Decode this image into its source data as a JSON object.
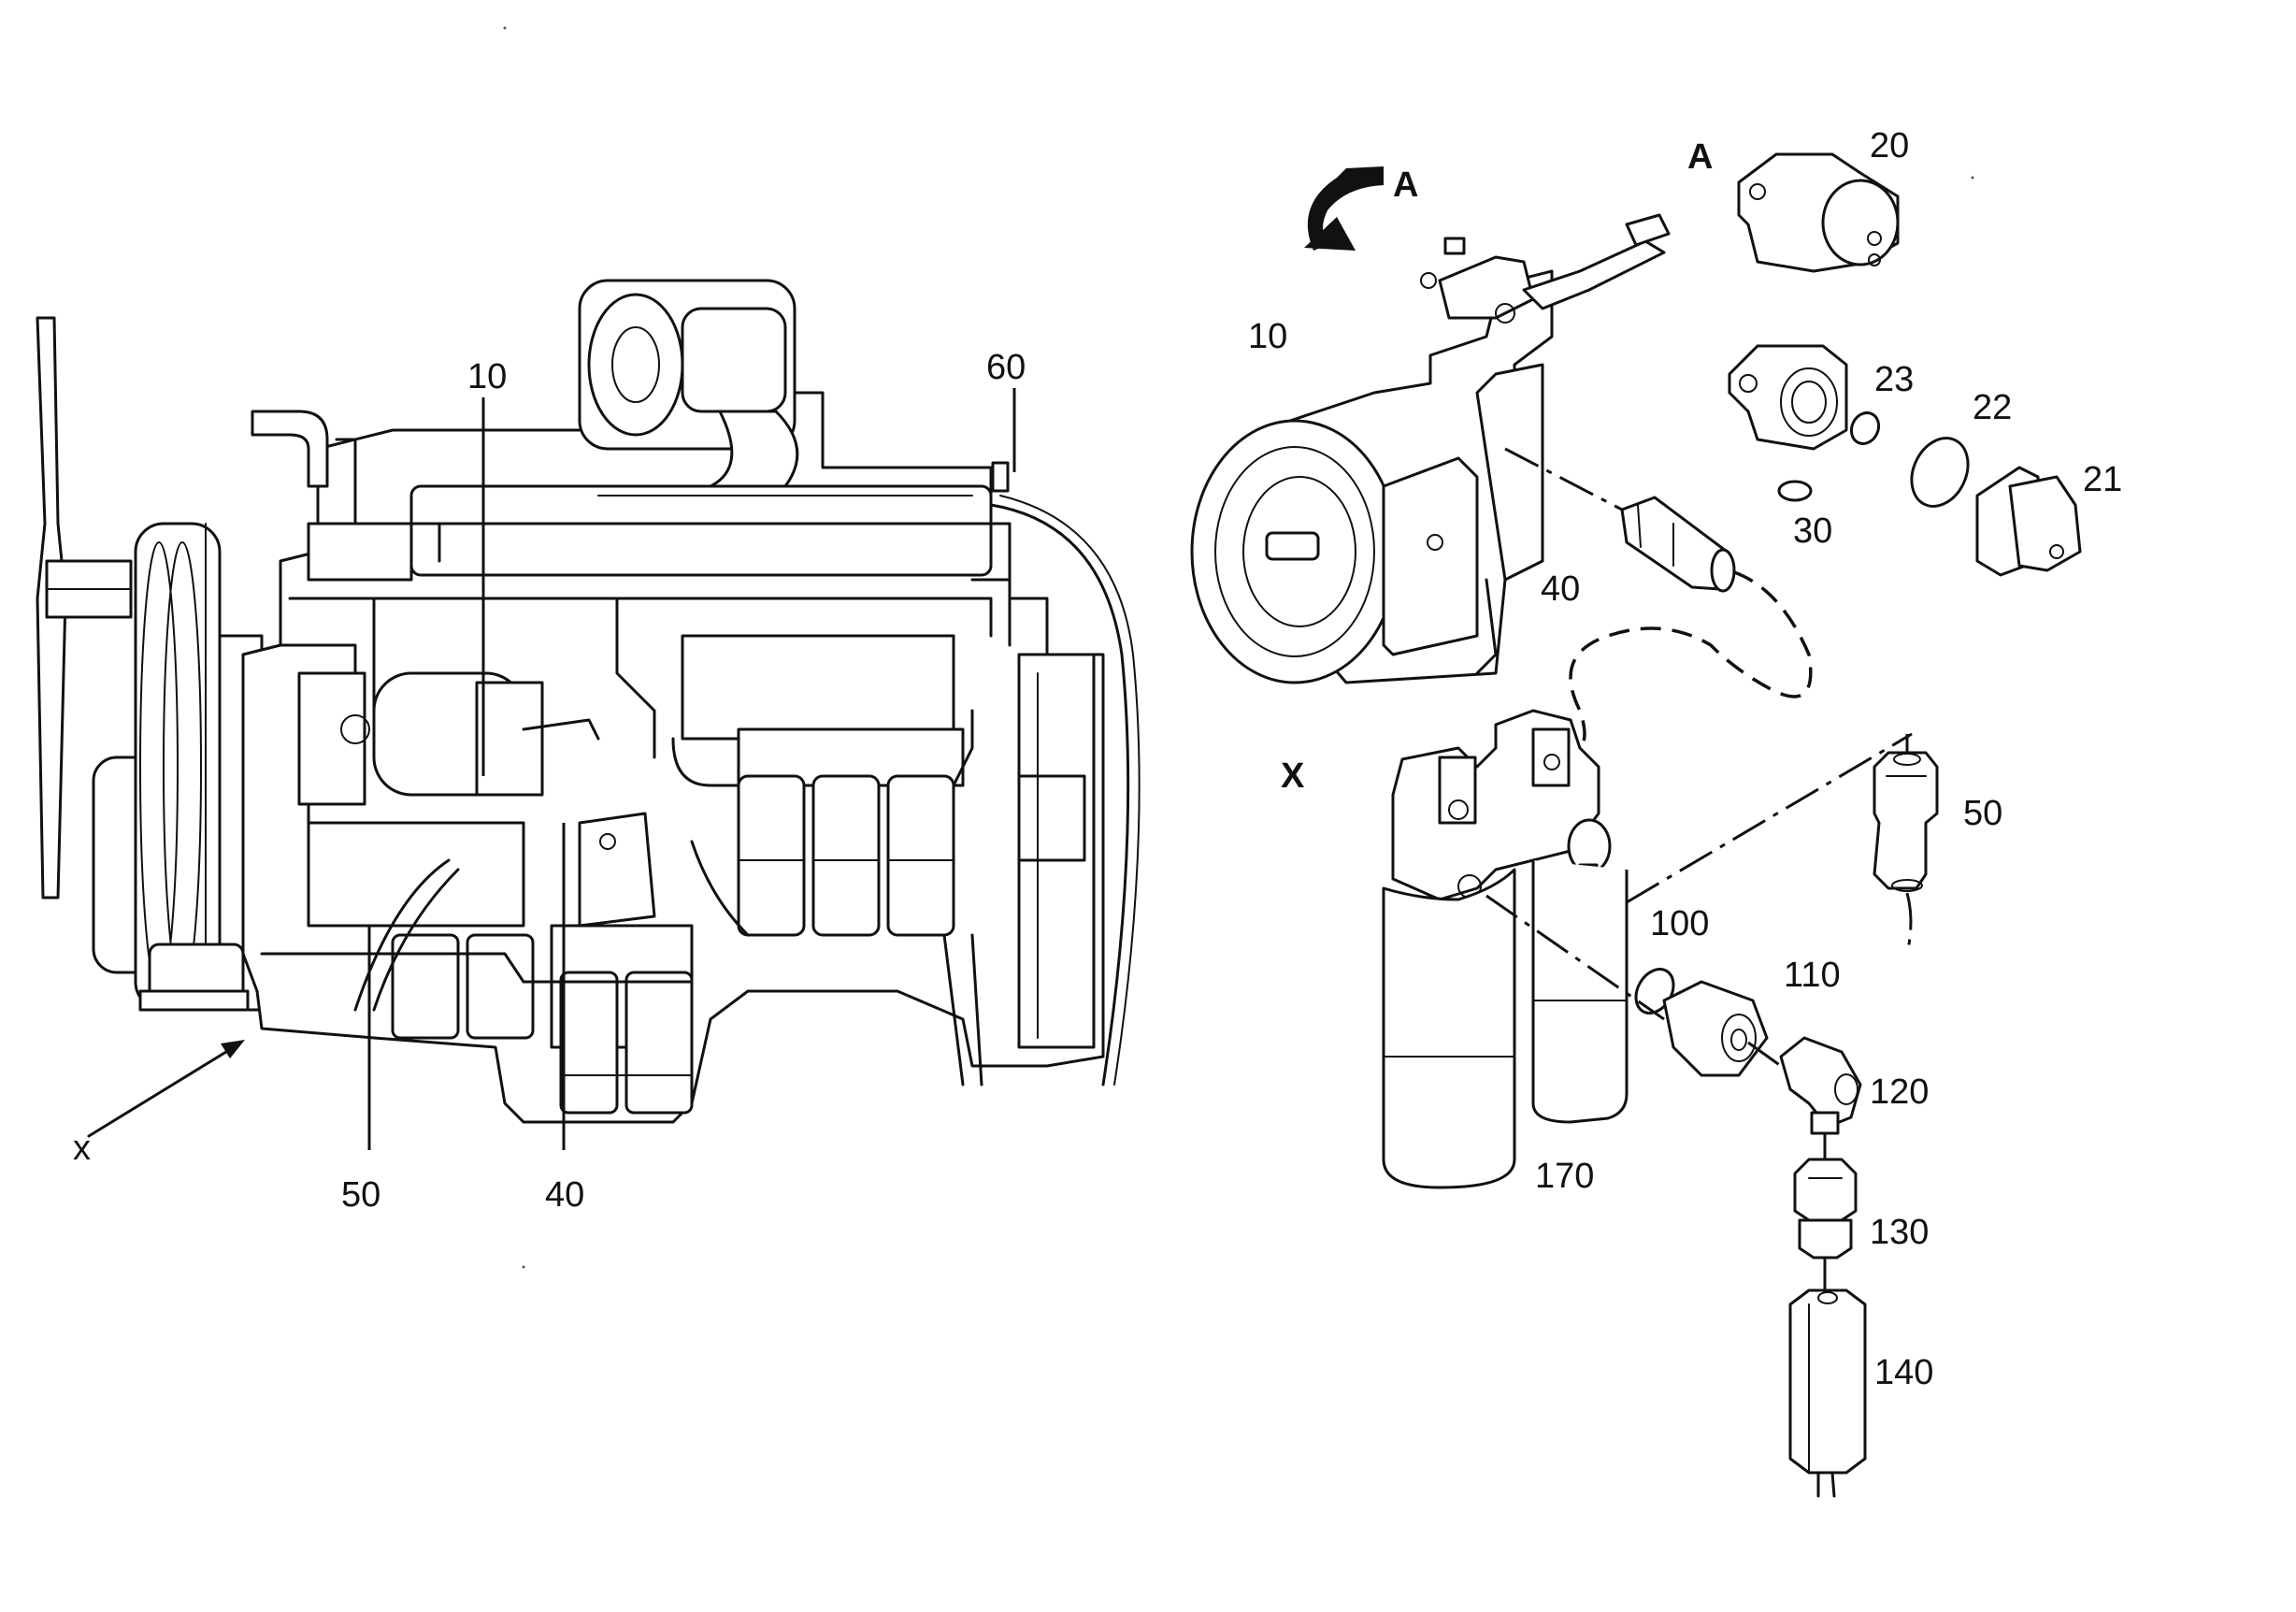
{
  "callouts": {
    "engine": {
      "c10": "10",
      "c60": "60",
      "c50": "50",
      "c40": "40"
    },
    "view_x_arrow_label": "x",
    "detail_a": {
      "view_label_arrow": "A",
      "view_label_part": "A",
      "c10": "10",
      "c20": "20",
      "c23": "23",
      "c22": "22",
      "c21": "21",
      "c30": "30",
      "c40": "40"
    },
    "detail_x": {
      "view_label": "X",
      "c50": "50",
      "c100": "100",
      "c110": "110",
      "c120": "120",
      "c130": "130",
      "c140": "140",
      "c170": "170"
    }
  }
}
